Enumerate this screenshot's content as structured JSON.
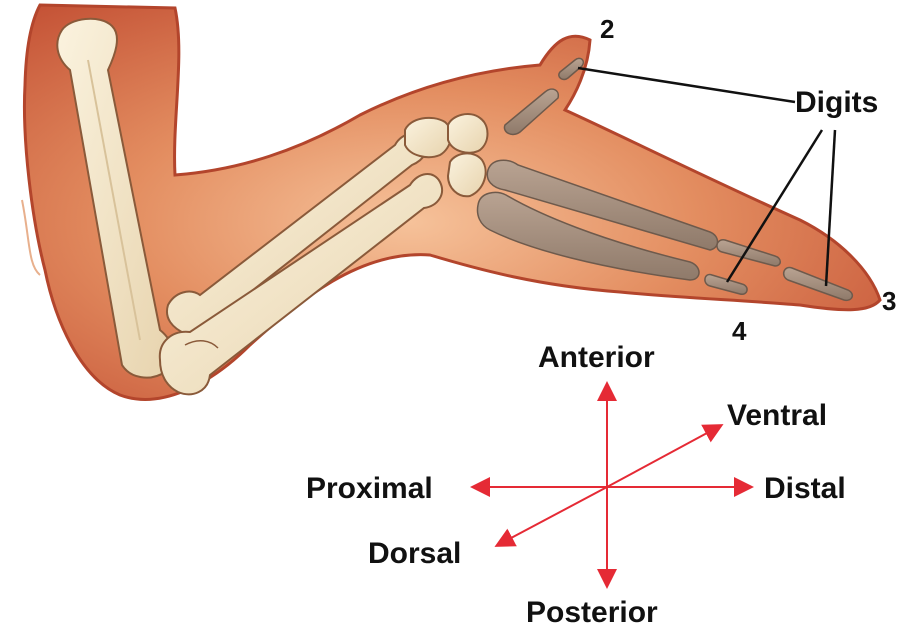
{
  "digit_labels": {
    "digit_2": "2",
    "digit_3": "3",
    "digit_4": "4",
    "group": "Digits"
  },
  "orientation": {
    "anterior": "Anterior",
    "posterior": "Posterior",
    "proximal": "Proximal",
    "distal": "Distal",
    "ventral": "Ventral",
    "dorsal": "Dorsal"
  },
  "colors": {
    "skin": "#c8553a",
    "skin_light": "#e79a6e",
    "bone_light": "#f3e4c2",
    "bone_dark": "#a08a78",
    "arrow": "#e52a35",
    "text": "#111111"
  }
}
